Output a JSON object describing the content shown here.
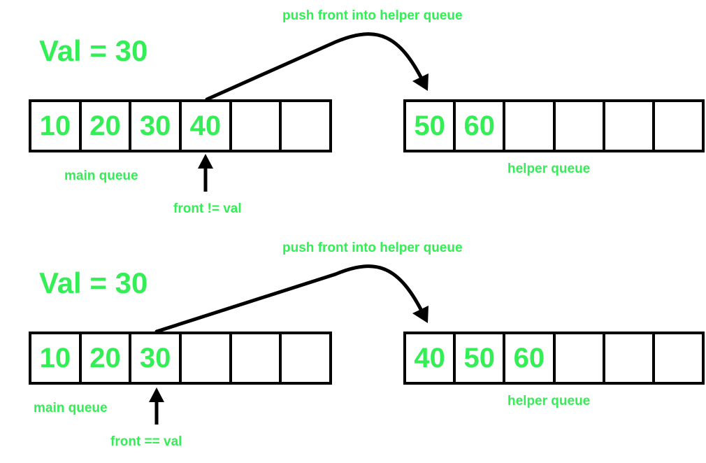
{
  "panels": [
    {
      "val_label": "Val = 30",
      "push_caption": "push front into helper queue",
      "main_queue": {
        "label": "main queue",
        "cells": [
          "10",
          "20",
          "30",
          "40",
          "",
          ""
        ]
      },
      "helper_queue": {
        "label": "helper queue",
        "cells": [
          "50",
          "60",
          "",
          "",
          "",
          ""
        ]
      },
      "front_caption": "front != val"
    },
    {
      "val_label": "Val = 30",
      "push_caption": "push front into helper queue",
      "main_queue": {
        "label": "main queue",
        "cells": [
          "10",
          "20",
          "30",
          "",
          "",
          ""
        ]
      },
      "helper_queue": {
        "label": "helper queue",
        "cells": [
          "40",
          "50",
          "60",
          "",
          "",
          ""
        ]
      },
      "front_caption": "front == val"
    }
  ],
  "colors": {
    "text_green": "#33ee55",
    "stroke_black": "#000000"
  }
}
